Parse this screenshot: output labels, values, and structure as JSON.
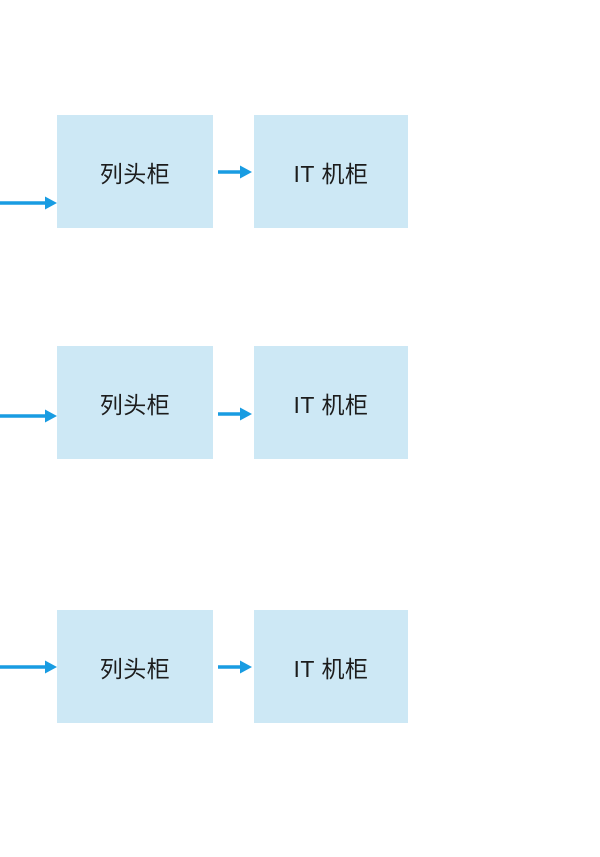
{
  "diagram": {
    "type": "flow",
    "colors": {
      "canvas_bg": "#ffffff",
      "node_fill": "#cde8f5",
      "arrow_color": "#189ce2",
      "text_color": "#1c1c1c"
    },
    "rows": [
      {
        "source": "列头柜",
        "target": "IT 机柜"
      },
      {
        "source": "列头柜",
        "target": "IT 机柜"
      },
      {
        "source": "列头柜",
        "target": "IT 机柜"
      }
    ]
  }
}
